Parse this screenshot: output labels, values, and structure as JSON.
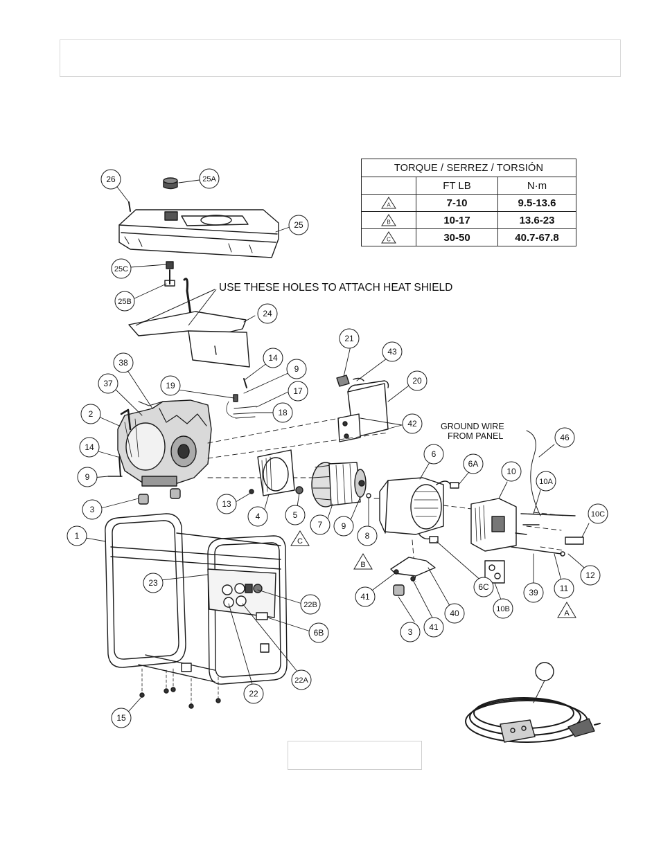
{
  "torque_table": {
    "title": "TORQUE / SERREZ / TORSIÓN",
    "col_headers": [
      "",
      "FT LB",
      "N·m"
    ],
    "rows": [
      {
        "mark": "A",
        "ftlb": "7-10",
        "nm": "9.5-13.6"
      },
      {
        "mark": "B",
        "ftlb": "10-17",
        "nm": "13.6-23"
      },
      {
        "mark": "C",
        "ftlb": "30-50",
        "nm": "40.7-67.8"
      }
    ]
  },
  "annotations": {
    "heat_shield": "USE THESE HOLES TO ATTACH HEAT SHIELD",
    "ground_wire_1": "GROUND WIRE",
    "ground_wire_2": "FROM PANEL"
  },
  "callouts": [
    "26",
    "25A",
    "25",
    "25C",
    "25B",
    "24",
    "38",
    "37",
    "2",
    "14",
    "9",
    "3",
    "1",
    "23",
    "21",
    "43",
    "20",
    "14",
    "9",
    "19",
    "17",
    "18",
    "42",
    "13",
    "4",
    "5",
    "7",
    "9",
    "8",
    "6",
    "6A",
    "10",
    "10A",
    "46",
    "10C",
    "41",
    "3",
    "41",
    "40",
    "6C",
    "10B",
    "39",
    "11",
    "12",
    "22B",
    "6B",
    "22A",
    "22",
    "15"
  ],
  "torque_marks": [
    "C",
    "B",
    "A"
  ]
}
